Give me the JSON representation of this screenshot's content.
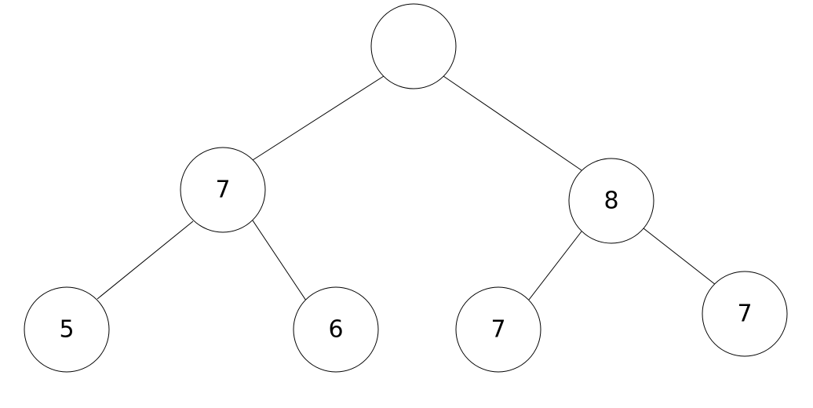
{
  "tree": {
    "root": {
      "label": ""
    },
    "left": {
      "label": "7"
    },
    "right": {
      "label": "8"
    },
    "left_left": {
      "label": "5"
    },
    "left_right": {
      "label": "6"
    },
    "right_left": {
      "label": "7"
    },
    "right_right": {
      "label": "7"
    }
  },
  "colors": {
    "stroke": "#000000",
    "fill": "#ffffff",
    "text": "#000000"
  }
}
